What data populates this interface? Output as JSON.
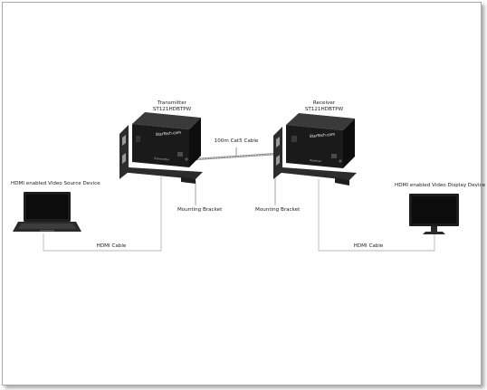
{
  "transmitter": {
    "title": "Transmitter",
    "model": "ST121HDBTPW",
    "brand": "StarTech.com",
    "panel_text": "Transmitter"
  },
  "receiver": {
    "title": "Receiver",
    "model": "ST121HDBTPW",
    "brand": "StarTech.com",
    "panel_text": "Receiver"
  },
  "labels": {
    "cat5_cable": "100m Cat5 Cable",
    "mounting_bracket_left": "Mounting Bracket",
    "mounting_bracket_right": "Mounting Bracket",
    "source_device": "HDMI enabled Video Source Device",
    "display_device": "HDMI enabled Video Display Device",
    "hdmi_cable_left": "HDMI Cable",
    "hdmi_cable_right": "HDMI Cable"
  },
  "colors": {
    "device_body": "#1a1a1a",
    "bracket": "#2c2c2c",
    "cable": "#b8b8b8",
    "laptop_screen": "#0c0c0c"
  }
}
